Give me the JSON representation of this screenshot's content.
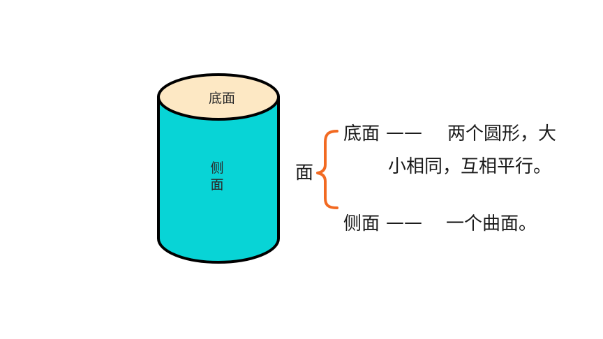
{
  "diagram": {
    "colors": {
      "base": "#fde8c4",
      "side": "#08d4d6",
      "outline": "#000000",
      "brace": "#f26a22"
    },
    "cylinder": {
      "top_label": "底面",
      "side_label_line1": "侧",
      "side_label_line2": "面"
    },
    "left_label": "面",
    "base_row": {
      "term": "底面",
      "dash": "——",
      "desc_line1": "两个圆形，大",
      "desc_line2": "小相同，互相平行。"
    },
    "side_row": {
      "term": "侧面",
      "dash": "——",
      "desc": "一个曲面。"
    }
  }
}
